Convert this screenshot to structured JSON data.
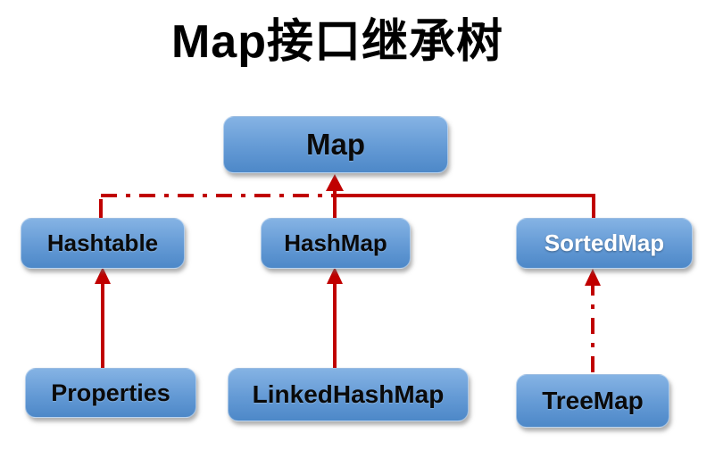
{
  "title": "Map接口继承树",
  "colors": {
    "background": "#ffffff",
    "box_gradient_top": "#85b3e4",
    "box_gradient_bottom": "#4d88c8",
    "edge_red": "#C00000",
    "title_color": "#000000",
    "sortedmap_text": "#ffffff",
    "default_node_text": "#0a0a0a"
  },
  "nodes": {
    "map": {
      "label": "Map",
      "text_color": "#0a0a0a"
    },
    "hashtable": {
      "label": "Hashtable",
      "text_color": "#0a0a0a"
    },
    "hashmap": {
      "label": "HashMap",
      "text_color": "#0a0a0a"
    },
    "sortedmap": {
      "label": "SortedMap",
      "text_color": "#ffffff"
    },
    "properties": {
      "label": "Properties",
      "text_color": "#0a0a0a"
    },
    "linkedhashmap": {
      "label": "LinkedHashMap",
      "text_color": "#0a0a0a"
    },
    "treemap": {
      "label": "TreeMap",
      "text_color": "#0a0a0a"
    }
  },
  "edges": [
    {
      "from": "Hashtable",
      "to": "Map",
      "style": "dash-dot",
      "arrow": "shared-at-Map"
    },
    {
      "from": "HashMap",
      "to": "Map",
      "style": "solid",
      "arrow": "up"
    },
    {
      "from": "SortedMap",
      "to": "Map",
      "style": "solid",
      "arrow": "shared-at-Map"
    },
    {
      "from": "Properties",
      "to": "Hashtable",
      "style": "solid",
      "arrow": "up"
    },
    {
      "from": "LinkedHashMap",
      "to": "HashMap",
      "style": "solid",
      "arrow": "up"
    },
    {
      "from": "TreeMap",
      "to": "SortedMap",
      "style": "dash-dot",
      "arrow": "up"
    }
  ]
}
